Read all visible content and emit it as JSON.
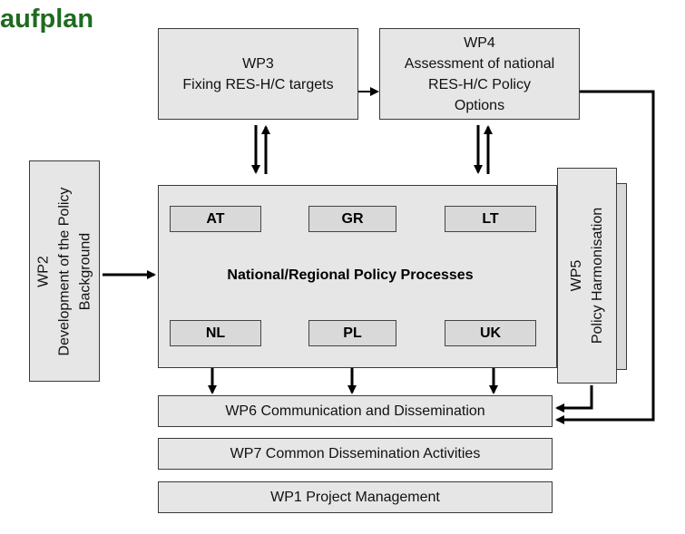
{
  "title": "aufplan",
  "wp3": {
    "line1": "WP3",
    "line2": "Fixing RES-H/C targets"
  },
  "wp4": {
    "line1": "WP4",
    "line2": "Assessment of national",
    "line3": "RES-H/C Policy",
    "line4": "Options"
  },
  "wp2": {
    "line1": "WP2",
    "line2": "Development of the Policy",
    "line3": "Background"
  },
  "wp5": {
    "line1": "WP5",
    "line2": "Policy Harmonisation"
  },
  "center": {
    "label": "National/Regional Policy Processes"
  },
  "countries": {
    "at": "AT",
    "gr": "GR",
    "lt": "LT",
    "nl": "NL",
    "pl": "PL",
    "uk": "UK"
  },
  "wp6": {
    "label": "WP6 Communication and Dissemination"
  },
  "wp7": {
    "label": "WP7 Common Dissemination Activities"
  },
  "wp1": {
    "label": "WP1 Project Management"
  }
}
